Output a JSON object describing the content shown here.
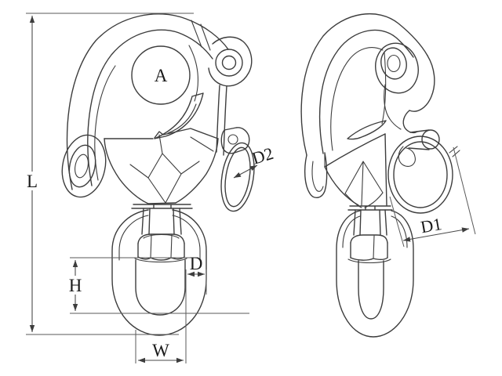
{
  "colors": {
    "background": "#ffffff",
    "figure_line": "#3d3d3d",
    "dimension_line": "#4a4a4a",
    "label_text": "#1a1a1a"
  },
  "labels": {
    "overall_length": "L",
    "opening": "A",
    "small_ring_section": "D2",
    "large_ring_diameter": "D1",
    "eye_opening_height": "H",
    "eye_section_thickness": "D",
    "eye_opening_width": "W"
  }
}
